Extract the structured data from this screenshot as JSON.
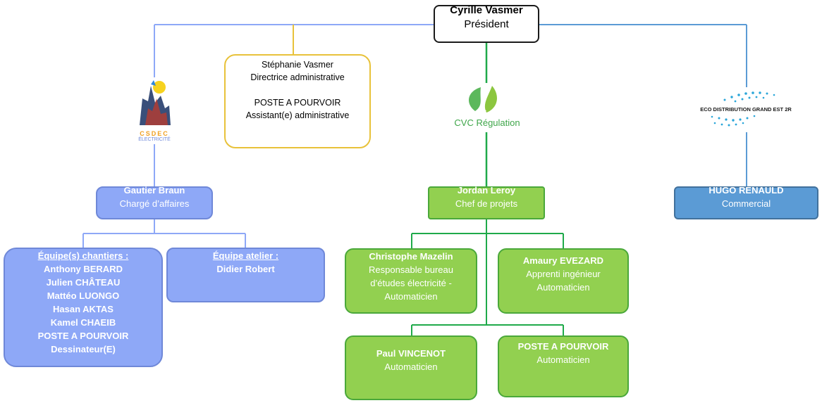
{
  "president": {
    "name": "Cyrille Vasmer",
    "title": "Président"
  },
  "admin": {
    "name": "Stéphanie Vasmer",
    "title": "Directrice administrative",
    "vacancy": "POSTE A POURVOIR",
    "vacancy_title": "Assistant(e) administrative"
  },
  "logos": {
    "csdec": "CSDEC",
    "csdec_sub": "ÉLECTRICITÉ",
    "cvc": "CVC Régulation",
    "eco": "ECO DISTRIBUTION GRAND EST 2R"
  },
  "gautier": {
    "name": "Gautier Braun",
    "title": "Chargé d’affaires"
  },
  "jordan": {
    "name": "Jordan Leroy",
    "title": "Chef de projets"
  },
  "hugo": {
    "name": "HUGO RENAULD",
    "title": "Commercial"
  },
  "chantiers": {
    "heading": "Équipe(s) chantiers :",
    "members": [
      "Anthony BERARD",
      "Julien CHÂTEAU",
      "Mattéo LUONGO",
      "Hasan AKTAS",
      "Kamel CHAEIB",
      "POSTE A POURVOIR",
      "Dessinateur(E)"
    ]
  },
  "atelier": {
    "heading": "Équipe atelier :",
    "member": "Didier Robert"
  },
  "christophe": {
    "name": "Christophe Mazelin",
    "title_lines": [
      "Responsable bureau",
      "d’études électricité -",
      "Automaticien"
    ]
  },
  "amaury": {
    "name": "Amaury EVEZARD",
    "title_lines": [
      "Apprenti ingénieur",
      "Automaticien"
    ]
  },
  "paul": {
    "name": "Paul VINCENOT",
    "title": "Automaticien"
  },
  "poste": {
    "name": "POSTE A POURVOIR",
    "title": "Automaticien"
  },
  "colors": {
    "blue": "#8ea8f7",
    "green": "#92d050",
    "steel": "#5b9bd5",
    "gold": "#e8c23a"
  }
}
